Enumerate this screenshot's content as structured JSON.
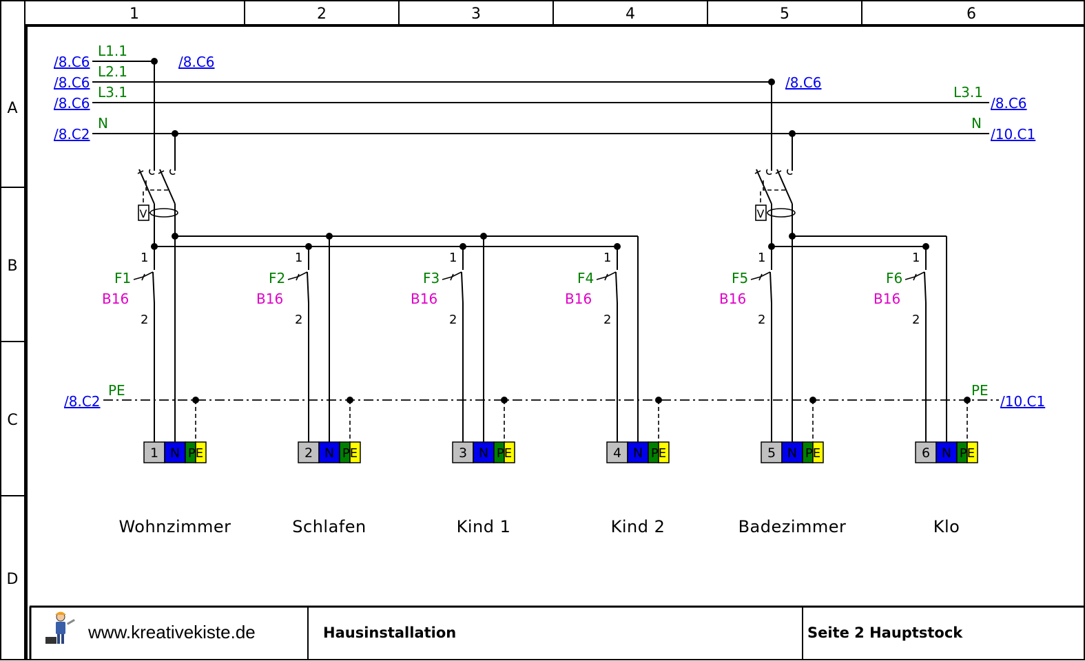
{
  "grid": {
    "columns": [
      "1",
      "2",
      "3",
      "4",
      "5",
      "6"
    ],
    "rows": [
      "A",
      "B",
      "C",
      "D"
    ]
  },
  "buses": {
    "L1": {
      "label": "L1.1",
      "ref_left": "/8.C6",
      "ref_right": "/8.C6"
    },
    "L2": {
      "label": "L2.1",
      "ref_left": "/8.C6",
      "ref_right": "/8.C6"
    },
    "L3": {
      "label_left": "L3.1",
      "label_right": "L3.1",
      "ref_left": "/8.C6",
      "ref_right": "/8.C6"
    },
    "N": {
      "label_left": "N",
      "label_right": "N",
      "ref_left": "/8.C2",
      "ref_right": "/10.C1"
    },
    "PE": {
      "label_left": "PE",
      "label_right": "PE",
      "ref_left": "/8.C2",
      "ref_right": "/10.C1"
    }
  },
  "rcd_symbol": "V",
  "terminal_labels": {
    "n": "N",
    "pe": "PE"
  },
  "circuits": [
    {
      "fuse": "F1",
      "rating": "B16",
      "pin_in": "1",
      "pin_out": "2",
      "terminal": "1",
      "room": "Wohnzimmer"
    },
    {
      "fuse": "F2",
      "rating": "B16",
      "pin_in": "1",
      "pin_out": "2",
      "terminal": "2",
      "room": "Schlafen"
    },
    {
      "fuse": "F3",
      "rating": "B16",
      "pin_in": "1",
      "pin_out": "2",
      "terminal": "3",
      "room": "Kind 1"
    },
    {
      "fuse": "F4",
      "rating": "B16",
      "pin_in": "1",
      "pin_out": "2",
      "terminal": "4",
      "room": "Kind 2"
    },
    {
      "fuse": "F5",
      "rating": "B16",
      "pin_in": "1",
      "pin_out": "2",
      "terminal": "5",
      "room": "Badezimmer"
    },
    {
      "fuse": "F6",
      "rating": "B16",
      "pin_in": "1",
      "pin_out": "2",
      "terminal": "6",
      "room": "Klo"
    }
  ],
  "colors": {
    "terminal_grey": "#c0c0c0",
    "terminal_n": "#0000ee",
    "terminal_pe_green": "#008000",
    "terminal_pe_yellow": "#ffff00",
    "net_label": "#008000",
    "rating": "#e000c8",
    "link": "#0000ee"
  },
  "title_block": {
    "logo": "craftsman-figure-icon",
    "website": "www.kreativekiste.de",
    "project": "Hausinstallation",
    "page": "Seite 2 Hauptstock"
  }
}
